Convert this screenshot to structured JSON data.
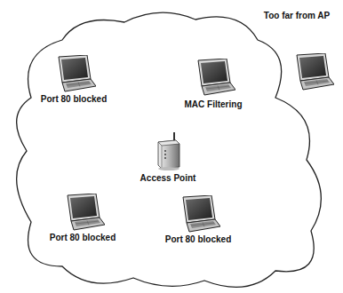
{
  "diagram": {
    "labels": [
      "Too far from AP",
      "Port 80 blocked",
      "MAC Filtering",
      "Access Point",
      "Port 80 blocked",
      "Port 80 blocked"
    ]
  }
}
